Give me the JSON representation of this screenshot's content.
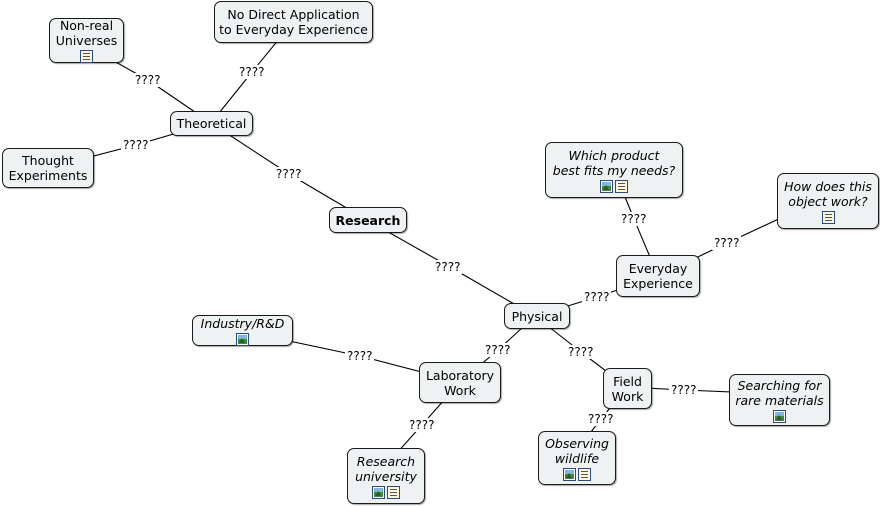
{
  "nodes": {
    "research": "Research",
    "theoretical": "Theoretical",
    "physical": "Physical",
    "non_real_universes": "Non-real\nUniverses",
    "no_direct_application": "No Direct Application\nto Everyday Experience",
    "thought_experiments": "Thought\nExperiments",
    "which_product": "Which product\nbest fits my needs?",
    "how_does_object_work": "How does this\nobject work?",
    "everyday_experience": "Everyday\nExperience",
    "industry_rd": "Industry/R&D",
    "laboratory_work": "Laboratory\nWork",
    "field_work": "Field\nWork",
    "searching_rare_materials": "Searching for\nrare materials",
    "observing_wildlife": "Observing\nwildlife",
    "research_university": "Research\nuniversity"
  },
  "link_label": "????",
  "icons": {
    "non_real_universes": [
      "document-icon"
    ],
    "which_product": [
      "image-icon",
      "document-icon"
    ],
    "how_does_object_work": [
      "document-icon"
    ],
    "industry_rd": [
      "image-icon"
    ],
    "searching_rare_materials": [
      "image-icon"
    ],
    "observing_wildlife": [
      "image-icon",
      "document-icon"
    ],
    "research_university": [
      "image-icon",
      "document-icon"
    ]
  },
  "colors": {
    "node_fill": "#eef2f3",
    "node_border": "#1a1a1a",
    "line": "#000000"
  }
}
